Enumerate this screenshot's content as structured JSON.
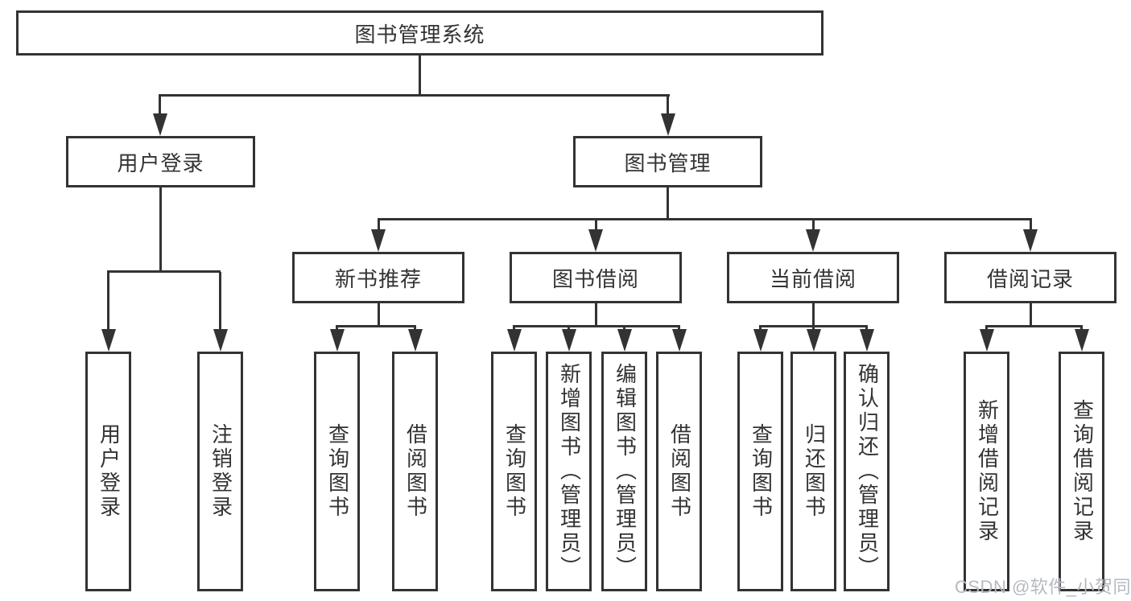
{
  "diagram": {
    "root": {
      "label": "图书管理系统"
    },
    "level2": [
      {
        "label": "用户登录",
        "children": [
          {
            "label": "用户登录"
          },
          {
            "label": "注销登录"
          }
        ]
      },
      {
        "label": "图书管理",
        "children": [
          {
            "label": "新书推荐",
            "children": [
              {
                "label": "查询图书"
              },
              {
                "label": "借阅图书"
              }
            ]
          },
          {
            "label": "图书借阅",
            "children": [
              {
                "label": "查询图书"
              },
              {
                "label": "新增图书（管理员）"
              },
              {
                "label": "编辑图书（管理员）"
              },
              {
                "label": "借阅图书"
              }
            ]
          },
          {
            "label": "当前借阅",
            "children": [
              {
                "label": "查询图书"
              },
              {
                "label": "归还图书"
              },
              {
                "label": "确认归还（管理员）"
              }
            ]
          },
          {
            "label": "借阅记录",
            "children": [
              {
                "label": "新增借阅记录"
              },
              {
                "label": "查询借阅记录"
              }
            ]
          }
        ]
      }
    ]
  },
  "watermark": {
    "text": "CSDN @软件_小贺同学"
  },
  "colors": {
    "line": "#333333",
    "text": "#333333",
    "watermark": "#b5b9c0",
    "background": "#ffffff"
  }
}
